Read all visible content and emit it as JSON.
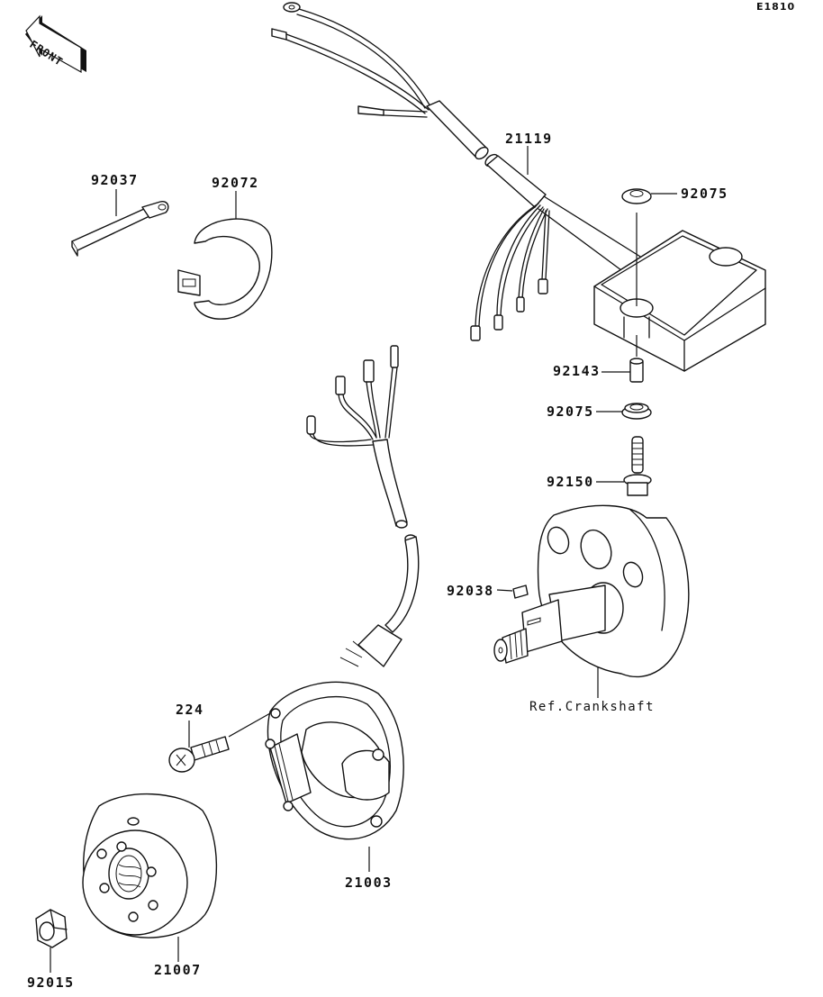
{
  "diagram": {
    "id": "E1810",
    "front_indicator": "FRONT",
    "parts": [
      {
        "number": "21119",
        "name": "wiring-harness"
      },
      {
        "number": "92037",
        "name": "clamp"
      },
      {
        "number": "92072",
        "name": "band"
      },
      {
        "number": "92075",
        "name": "grommet-upper"
      },
      {
        "number": "92143",
        "name": "collar"
      },
      {
        "number": "92075",
        "name": "grommet-lower"
      },
      {
        "number": "92150",
        "name": "bolt"
      },
      {
        "number": "92038",
        "name": "key"
      },
      {
        "number": "224",
        "name": "screw"
      },
      {
        "number": "21003",
        "name": "stator"
      },
      {
        "number": "21007",
        "name": "flywheel"
      },
      {
        "number": "92015",
        "name": "nut"
      }
    ],
    "reference": "Ref.Crankshaft"
  }
}
